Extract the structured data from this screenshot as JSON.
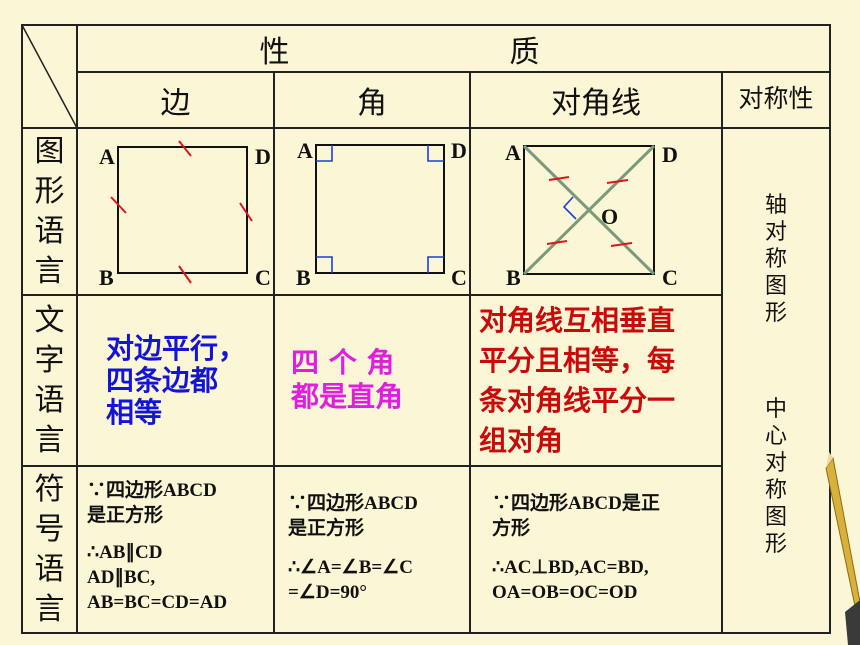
{
  "table": {
    "header_property": [
      "性",
      "质"
    ],
    "col_side": "边",
    "col_angle": "角",
    "col_diagonal": "对角线",
    "col_symmetry": "对称性",
    "row_graphic": [
      "图",
      "形",
      "语",
      "言"
    ],
    "row_text": [
      "文",
      "字",
      "语",
      "言"
    ],
    "row_symbol": [
      "符",
      "号",
      "语",
      "言"
    ]
  },
  "figures": {
    "vertex_a": "A",
    "vertex_b": "B",
    "vertex_c": "C",
    "vertex_d": "D",
    "center_o": "O"
  },
  "text_row": {
    "side": [
      "对边平行，",
      "四条边都",
      "相等"
    ],
    "angle": [
      "四 个 角",
      "都是直角"
    ],
    "diagonal": [
      "对角线互相垂直",
      "平分且相等，每",
      "条对角线平分一",
      "组对角"
    ]
  },
  "symbol_row": {
    "side": [
      "∵四边形ABCD",
      "是正方形",
      "∴AB∥CD",
      "AD∥BC,",
      "AB=BC=CD=AD"
    ],
    "angle": [
      "∵四边形ABCD",
      "是正方形",
      "∴∠A=∠B=∠C",
      "=∠D=90°"
    ],
    "diagonal": [
      "∵四边形ABCD是正",
      "方形",
      "∴AC⊥BD,AC=BD,",
      "OA=OB=OC=OD"
    ]
  },
  "symmetry": {
    "axial": [
      "轴",
      "对",
      "称",
      "图",
      "形"
    ],
    "central": [
      "中",
      "心",
      "对",
      "称",
      "图",
      "形"
    ]
  },
  "colors": {
    "background": "#fbf7d6",
    "tick": "#e0141e",
    "right_angle": "#1f3fd0",
    "diagonal": "#7a9a7a"
  }
}
